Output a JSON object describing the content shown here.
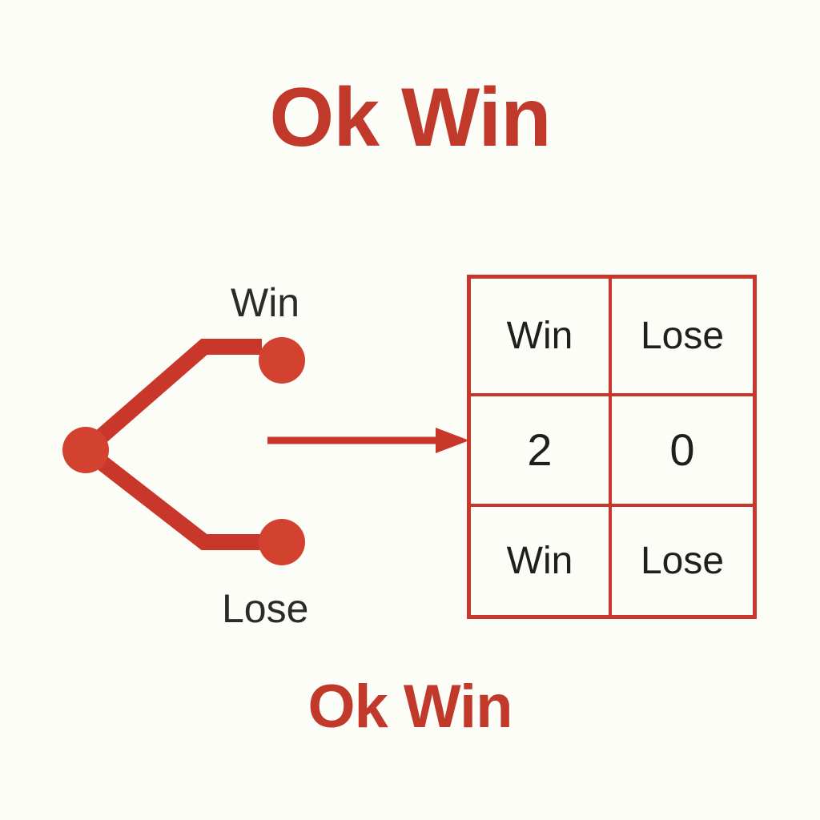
{
  "page": {
    "background_color": "#fdfdf8",
    "accent_color": "#c0392b",
    "grid_border_color": "#c9372a",
    "text_color": "#2b2b2b"
  },
  "title_top": "Ok Win",
  "title_bottom": "Ok Win",
  "tree": {
    "root_node_name": "root-node",
    "branches": [
      {
        "label": "Win"
      },
      {
        "label": "Lose"
      }
    ]
  },
  "arrow": {
    "name": "flow-arrow",
    "direction": "right",
    "color": "#c9372a"
  },
  "grid": {
    "columns": 2,
    "rows": 3,
    "cells": [
      [
        "Win",
        "Lose"
      ],
      [
        "2",
        "0"
      ],
      [
        "Win",
        "Lose"
      ]
    ]
  },
  "chart_data": {
    "type": "table",
    "title": "Ok Win",
    "categories": [
      "Win",
      "Lose"
    ],
    "values": [
      2,
      0
    ],
    "row_labels": [
      "Win",
      "Lose"
    ],
    "xlabel": "",
    "ylabel": "",
    "notes": "Two-branch decision tree (Win / Lose) feeding a 3x2 outcome matrix; header row Win/Lose, value row 2/0, footer row Win/Lose"
  }
}
